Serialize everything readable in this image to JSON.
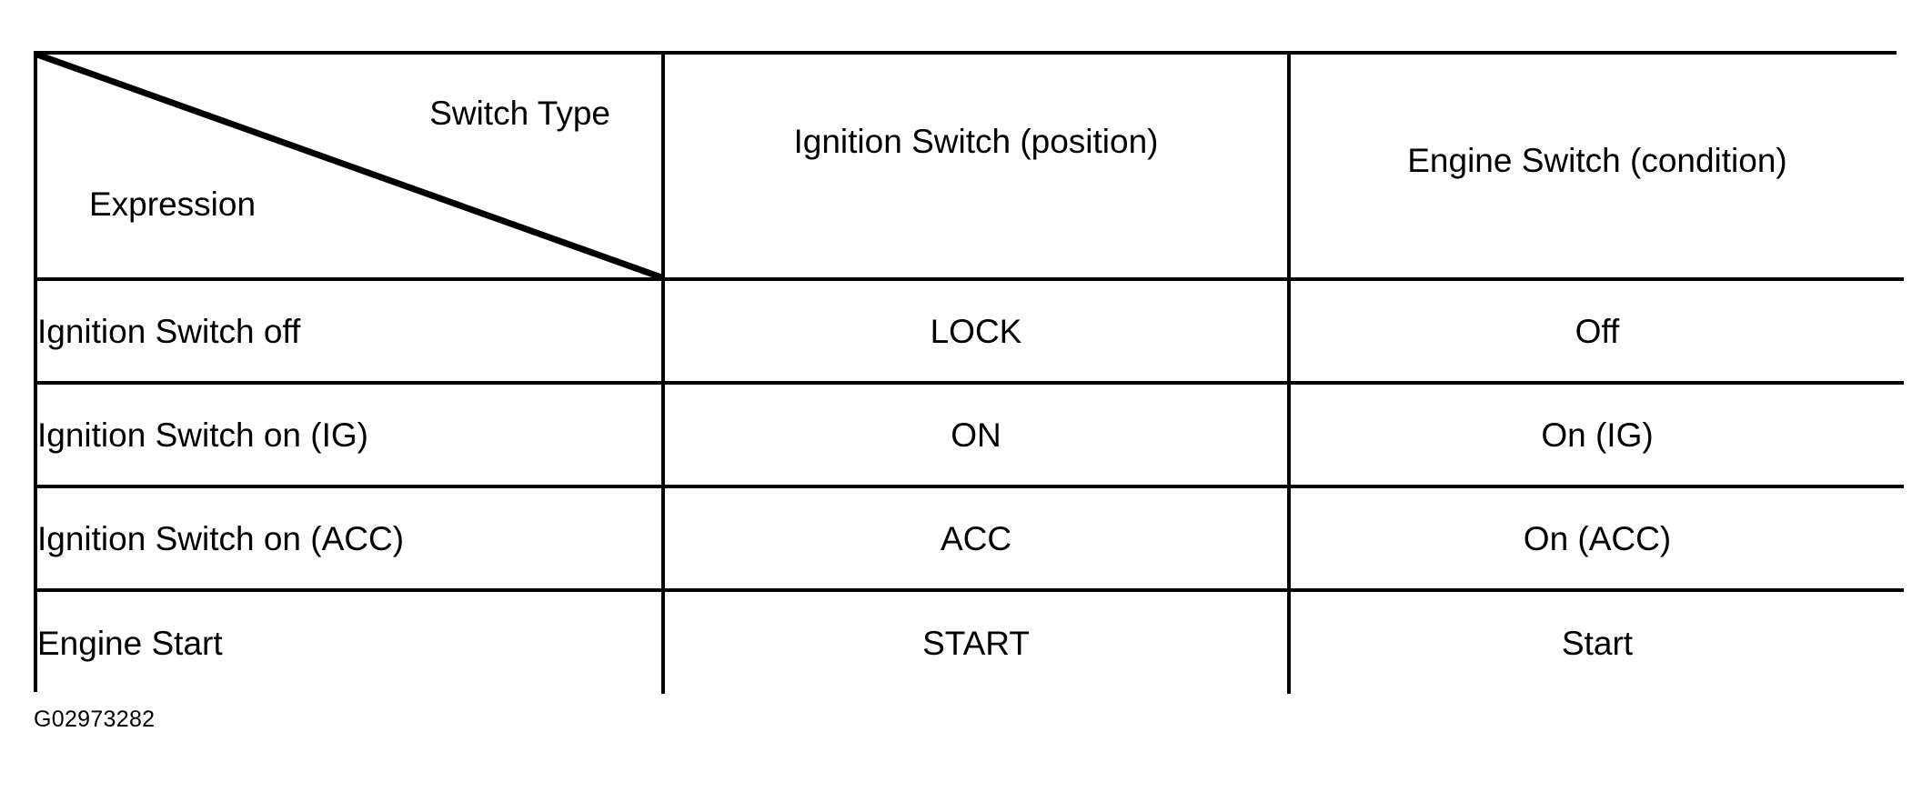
{
  "figure": {
    "caption_id": "G02973282",
    "colors": {
      "ink": "#000000",
      "paper": "#ffffff"
    }
  },
  "table": {
    "corner": {
      "column_axis_label": "Switch Type",
      "row_axis_label": "Expression"
    },
    "column_headers": [
      "Ignition Switch (position)",
      "Engine Switch (condition)"
    ],
    "rows": [
      {
        "expression": "Ignition Switch off",
        "ignition_switch_position": "LOCK",
        "engine_switch_condition": "Off"
      },
      {
        "expression": "Ignition Switch on (IG)",
        "ignition_switch_position": "ON",
        "engine_switch_condition": "On (IG)"
      },
      {
        "expression": "Ignition Switch on (ACC)",
        "ignition_switch_position": "ACC",
        "engine_switch_condition": "On (ACC)"
      },
      {
        "expression": "Engine Start",
        "ignition_switch_position": "START",
        "engine_switch_condition": "Start"
      }
    ]
  }
}
